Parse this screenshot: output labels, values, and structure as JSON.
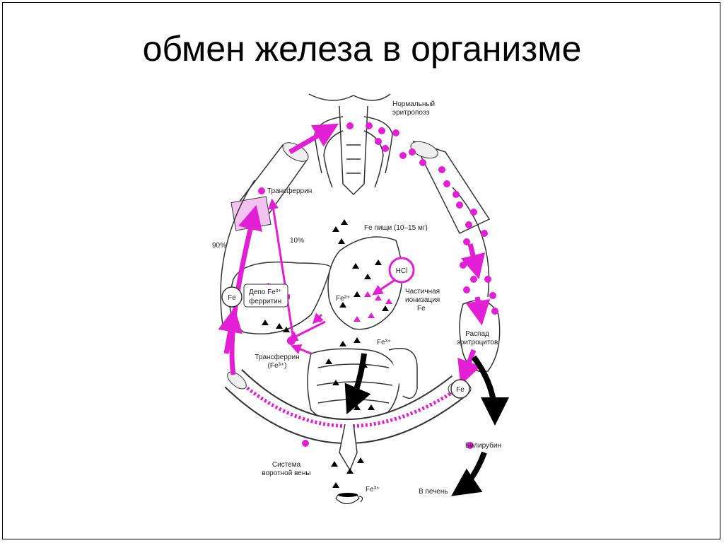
{
  "slide": {
    "title": "обмен железа в организме"
  },
  "diagram": {
    "labels": {
      "normal_line1": "Нормальный",
      "normal_line2": "эритропоэз",
      "transferrin_top": "Трансферрин",
      "food_fe": "Fe пищи (10–15 мг)",
      "pct_90": "90%",
      "pct_10": "10%",
      "hcl": "HCl",
      "depot_line1": "Депо Fe³⁺",
      "depot_line2": "ферритин",
      "fe_liver": "Fe",
      "fe2": "Fe²⁺",
      "partial_line1": "Частичная",
      "partial_line2": "ионизация",
      "partial_line3": "Fe",
      "decay_line1": "Распад",
      "decay_line2": "эритроцитов",
      "fe3_gut": "Fe³⁺",
      "transferrin_bottom_line1": "Трансферрин",
      "transferrin_bottom_line2": "(Fe³⁺)",
      "fe_spleen": "Fe",
      "bilirubin": "Билирубин",
      "portal_line1": "Система",
      "portal_line2": "воротной вены",
      "fe3_out": "Fe³⁺",
      "to_liver": "В печень"
    },
    "colors": {
      "accent": "#e21fd4",
      "ink": "#000000"
    }
  }
}
